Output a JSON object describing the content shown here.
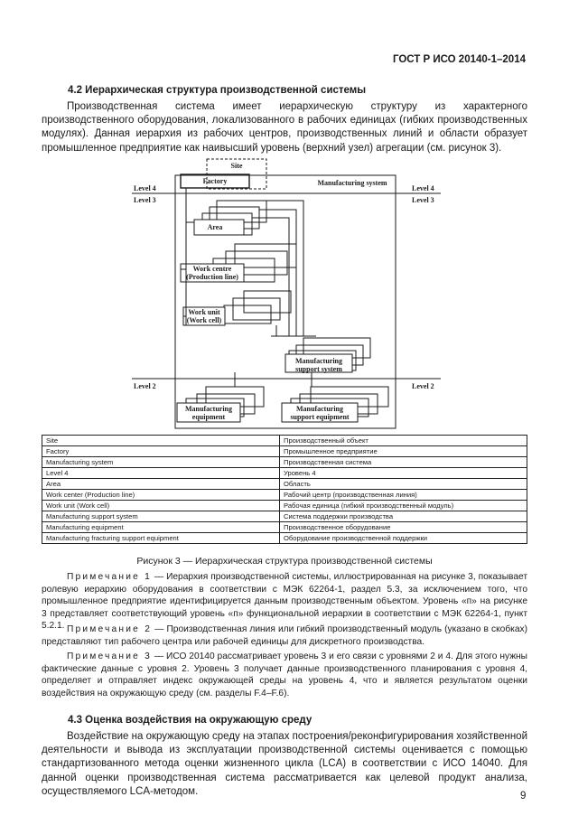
{
  "header": {
    "standard": "ГОСТ Р ИСО 20140-1–2014"
  },
  "s42": {
    "heading": "4.2 Иерархическая структура производственной системы",
    "para": "Производственная система имеет иерархическую структуру из характерного производственного оборудования, локализованного в рабочих единицах (гибких производственных модулях). Данная иерархия из рабочих центров, производственных линий и области образует промышленное предприятие как наивысший уровень (верхний узел) агрегации (см. рисунок 3)."
  },
  "figure": {
    "site": "Site",
    "factory": "Factory",
    "manufacturing_system": "Manufacturing system",
    "level4": "Level 4",
    "level3": "Level 3",
    "level2": "Level 2",
    "area": "Area",
    "work_centre_1": "Work centre",
    "work_centre_2": "(Production line)",
    "work_unit_1": "Work unit",
    "work_unit_2": "(Work cell)",
    "mss_1": "Manufacturing",
    "mss_2": "support system",
    "me_1": "Manufacturing",
    "me_2": "equipment",
    "mse_1": "Manufacturing",
    "mse_2": "support equipment"
  },
  "legend": [
    [
      "Site",
      "Производственный объект"
    ],
    [
      "Factory",
      "Промышленное предприятие"
    ],
    [
      "Manufacturing system",
      "Производственная система"
    ],
    [
      "Level 4",
      "Уровень 4"
    ],
    [
      "Area",
      "Область"
    ],
    [
      "Work center (Production line)",
      "Рабочий центр (производственная линия)"
    ],
    [
      "Work unit (Work cell)",
      "Рабочая единица (гибкий производственный модуль)"
    ],
    [
      "Manufacturing support system",
      "Система поддержки производства"
    ],
    [
      "Manufacturing equipment",
      "Производственное оборудование"
    ],
    [
      "Manufacturing fracturing support equipment",
      "Оборудование производственной поддержки"
    ]
  ],
  "caption": "Рисунок 3 — Иерархическая структура производственной системы",
  "notes": {
    "label1": "Примечание 1",
    "text1": " — Иерархия производственной системы, иллюстрированная на рисунке 3, показывает ролевую иерархию оборудования в соответствии с МЭК 62264-1, раздел 5.3, за исключением того, что промышленное предприятие идентифицируется данным производственным объектом. Уровень «п» на рисунке 3 представляет соответствующий уровень «п» функциональной иерархии в соответствии с МЭК 62264-1, пункт 5.2.1.",
    "label2": "Примечание 2",
    "text2": " — Производственная линия или гибкий производственный модуль (указано в скобках) представляют тип рабочего центра или рабочей единицы для дискретного производства.",
    "label3": "Примечание 3",
    "text3": " — ИСО 20140 рассматривает уровень 3 и его связи с уровнями 2 и 4. Для этого нужны фактические данные с уровня 2. Уровень 3 получает данные производственного планирования с уровня 4, определяет и отправляет индекс окружающей среды на уровень 4, что и является результатом оценки воздействия на окружающую среду (см. разделы F.4–F.6)."
  },
  "s43": {
    "heading": "4.3 Оценка воздействия на окружающую среду",
    "para": "Воздействие на окружающую среду на этапах построения/реконфигурирования хозяйственной деятельности и вывода из эксплуатации производственной системы оценивается с помощью стандартизованного метода оценки жизненного цикла (LCA) в соответствии с ИСО 14040. Для данной оценки производственная система рассматривается как целевой продукт анализа, осуществляемого LCA-методом."
  },
  "page_number": "9"
}
